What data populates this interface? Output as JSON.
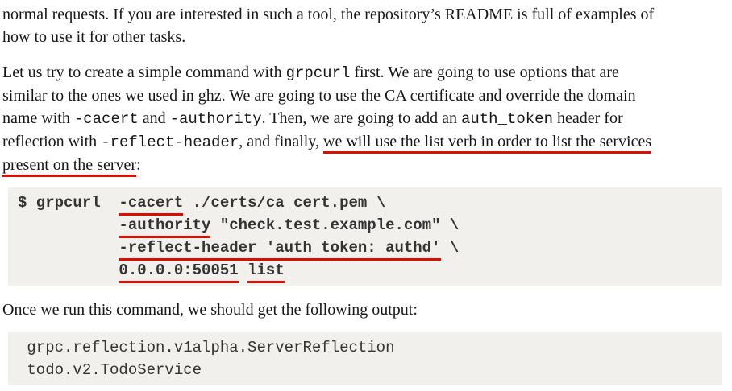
{
  "page": {
    "colors": {
      "background": "#ffffff",
      "body_text": "#161616",
      "code_text": "#333333",
      "code_background": "#f1f0ed",
      "underline": "#dd0d00"
    },
    "content": [
      {
        "type": "paragraph",
        "name": "intro-paragraph",
        "lines": [
          [
            {
              "t": "normal requests. If you are interested in such a tool, the repository’s README is full of examples of"
            }
          ],
          [
            {
              "t": "how to use it for other tasks."
            }
          ]
        ]
      },
      {
        "type": "paragraph",
        "name": "grpcurl-explanation-paragraph",
        "lines": [
          [
            {
              "t": "Let us try to create a simple command with "
            },
            {
              "t": "grpcurl",
              "mono": true
            },
            {
              "t": " first. We are going to use options that are"
            }
          ],
          [
            {
              "t": "similar to the ones we used in ghz. We are going to use the CA certificate and override the domain"
            }
          ],
          [
            {
              "t": "name with "
            },
            {
              "t": "-cacert",
              "mono": true
            },
            {
              "t": " and "
            },
            {
              "t": "-authority",
              "mono": true
            },
            {
              "t": ". Then, we are going to add an "
            },
            {
              "t": "auth_token",
              "mono": true
            },
            {
              "t": " header for"
            }
          ],
          [
            {
              "t": "reflection with "
            },
            {
              "t": "-reflect-header",
              "mono": true
            },
            {
              "t": ", and finally, "
            },
            {
              "t": "we will use the list verb in order to list the services",
              "underline": true
            }
          ],
          [
            {
              "t": "present on the server",
              "underline": true
            },
            {
              "t": ":"
            }
          ]
        ]
      },
      {
        "type": "code",
        "name": "grpcurl-command-code-block",
        "bold": true,
        "lines": [
          [
            {
              "t": "$ grpcurl  "
            },
            {
              "t": "-cacert",
              "underline": true
            },
            {
              "t": " ./certs/ca_cert.pem \\"
            }
          ],
          [
            {
              "t": "           "
            },
            {
              "t": "-authority",
              "underline": true
            },
            {
              "t": " \"check.test.example.com\" \\"
            }
          ],
          [
            {
              "t": "           "
            },
            {
              "t": "-reflect-header 'auth_token: authd'",
              "underline": true
            },
            {
              "t": " \\"
            }
          ],
          [
            {
              "t": "           "
            },
            {
              "t": "0.0.0.0:50051",
              "underline": true
            },
            {
              "t": " "
            },
            {
              "t": "list",
              "underline": true
            }
          ]
        ]
      },
      {
        "type": "paragraph",
        "name": "output-intro-paragraph",
        "lines": [
          [
            {
              "t": "Once we run this command, we should get the following output:"
            }
          ]
        ]
      },
      {
        "type": "code",
        "name": "command-output-code-block",
        "bold": false,
        "lines": [
          [
            {
              "t": " grpc.reflection.v1alpha.ServerReflection"
            }
          ],
          [
            {
              "t": " todo.v2.TodoService"
            }
          ]
        ]
      }
    ]
  }
}
